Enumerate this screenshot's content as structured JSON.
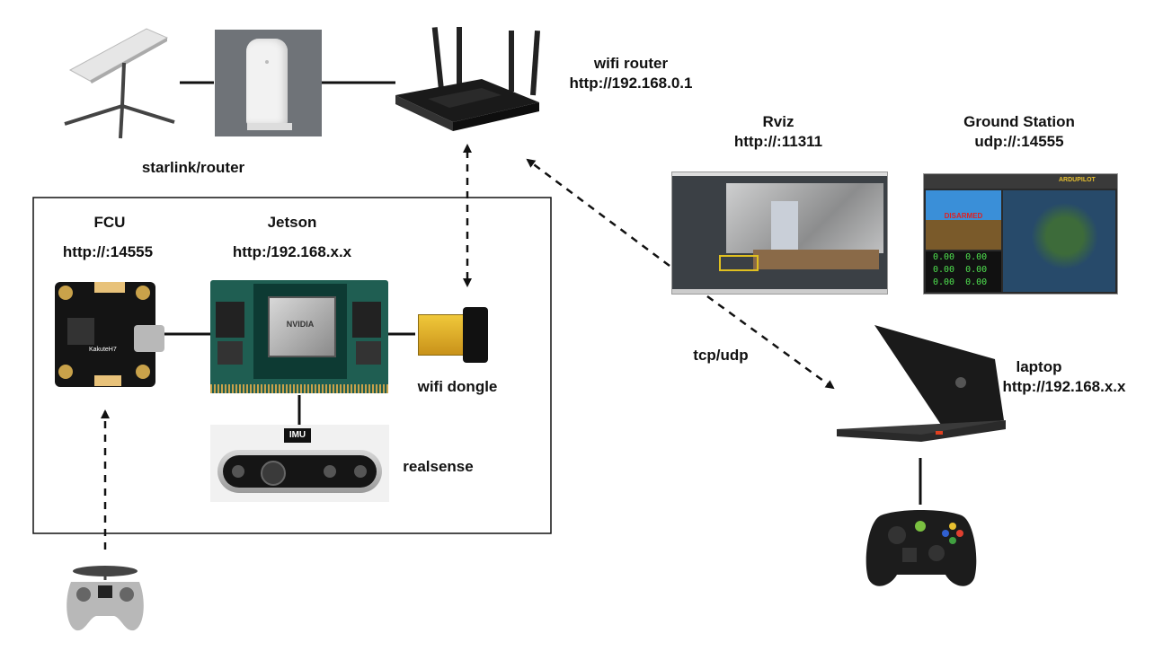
{
  "labels": {
    "starlink": "starlink/router",
    "wifi_router_title": "wifi router",
    "wifi_router_url": "http://192.168.0.1",
    "rviz_title": "Rviz",
    "rviz_url": "http://:11311",
    "gcs_title": "Ground Station",
    "gcs_url": "udp://:14555",
    "fcu_title": "FCU",
    "fcu_url": "http://:14555",
    "jetson_title": "Jetson",
    "jetson_url": "http:/192.168.x.x",
    "wifi_dongle": "wifi dongle",
    "realsense": "realsense",
    "imu": "IMU",
    "tcp_udp": "tcp/udp",
    "laptop_title": "laptop",
    "laptop_url": "http://192.168.x.x",
    "nvidia": "NVIDIA",
    "kakute": "KakuteH7",
    "disarmed": "DISARMED",
    "ardupilot": "ARDUPILOT"
  },
  "colors": {
    "line": "#111111",
    "jetson_board": "#1f5e52",
    "board_gold": "#c9a24a",
    "dongle_gold": "#d4a31c",
    "gcs_hud_sky": "#3a8fd8",
    "gcs_hud_ground": "#7a5a2a",
    "gcs_map": "#274a6a",
    "rviz_bg": "#3b4045"
  },
  "icons": [
    "starlink-dish-icon",
    "starlink-router-icon",
    "wifi-router-icon",
    "fcu-board-icon",
    "jetson-module-icon",
    "wifi-dongle-icon",
    "realsense-camera-icon",
    "rc-transmitter-icon",
    "laptop-icon",
    "gamepad-icon"
  ]
}
